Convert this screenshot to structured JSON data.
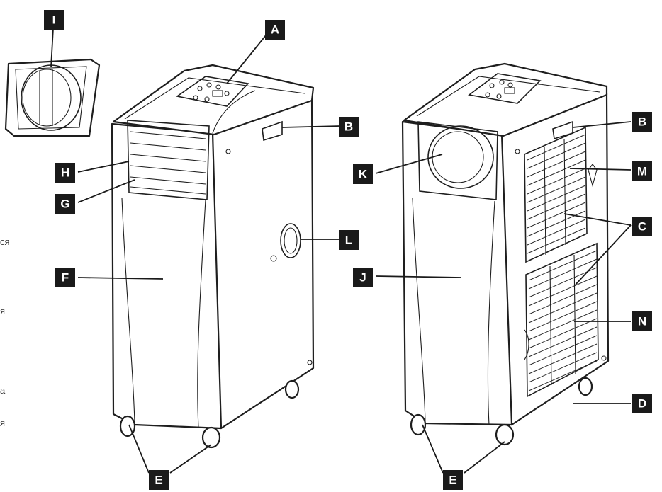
{
  "diagram": {
    "labels": {
      "A": "A",
      "B": "B",
      "C": "C",
      "D": "D",
      "E": "E",
      "F": "F",
      "G": "G",
      "H": "H",
      "I": "I",
      "J": "J",
      "K": "K",
      "L": "L",
      "M": "M",
      "N": "N"
    },
    "side_fragments": [
      "ся",
      "я",
      "а",
      "я"
    ],
    "colors": {
      "label_bg": "#1a1a1a",
      "label_text": "#ffffff",
      "line": "#1e1e1e",
      "background": "#ffffff"
    }
  }
}
